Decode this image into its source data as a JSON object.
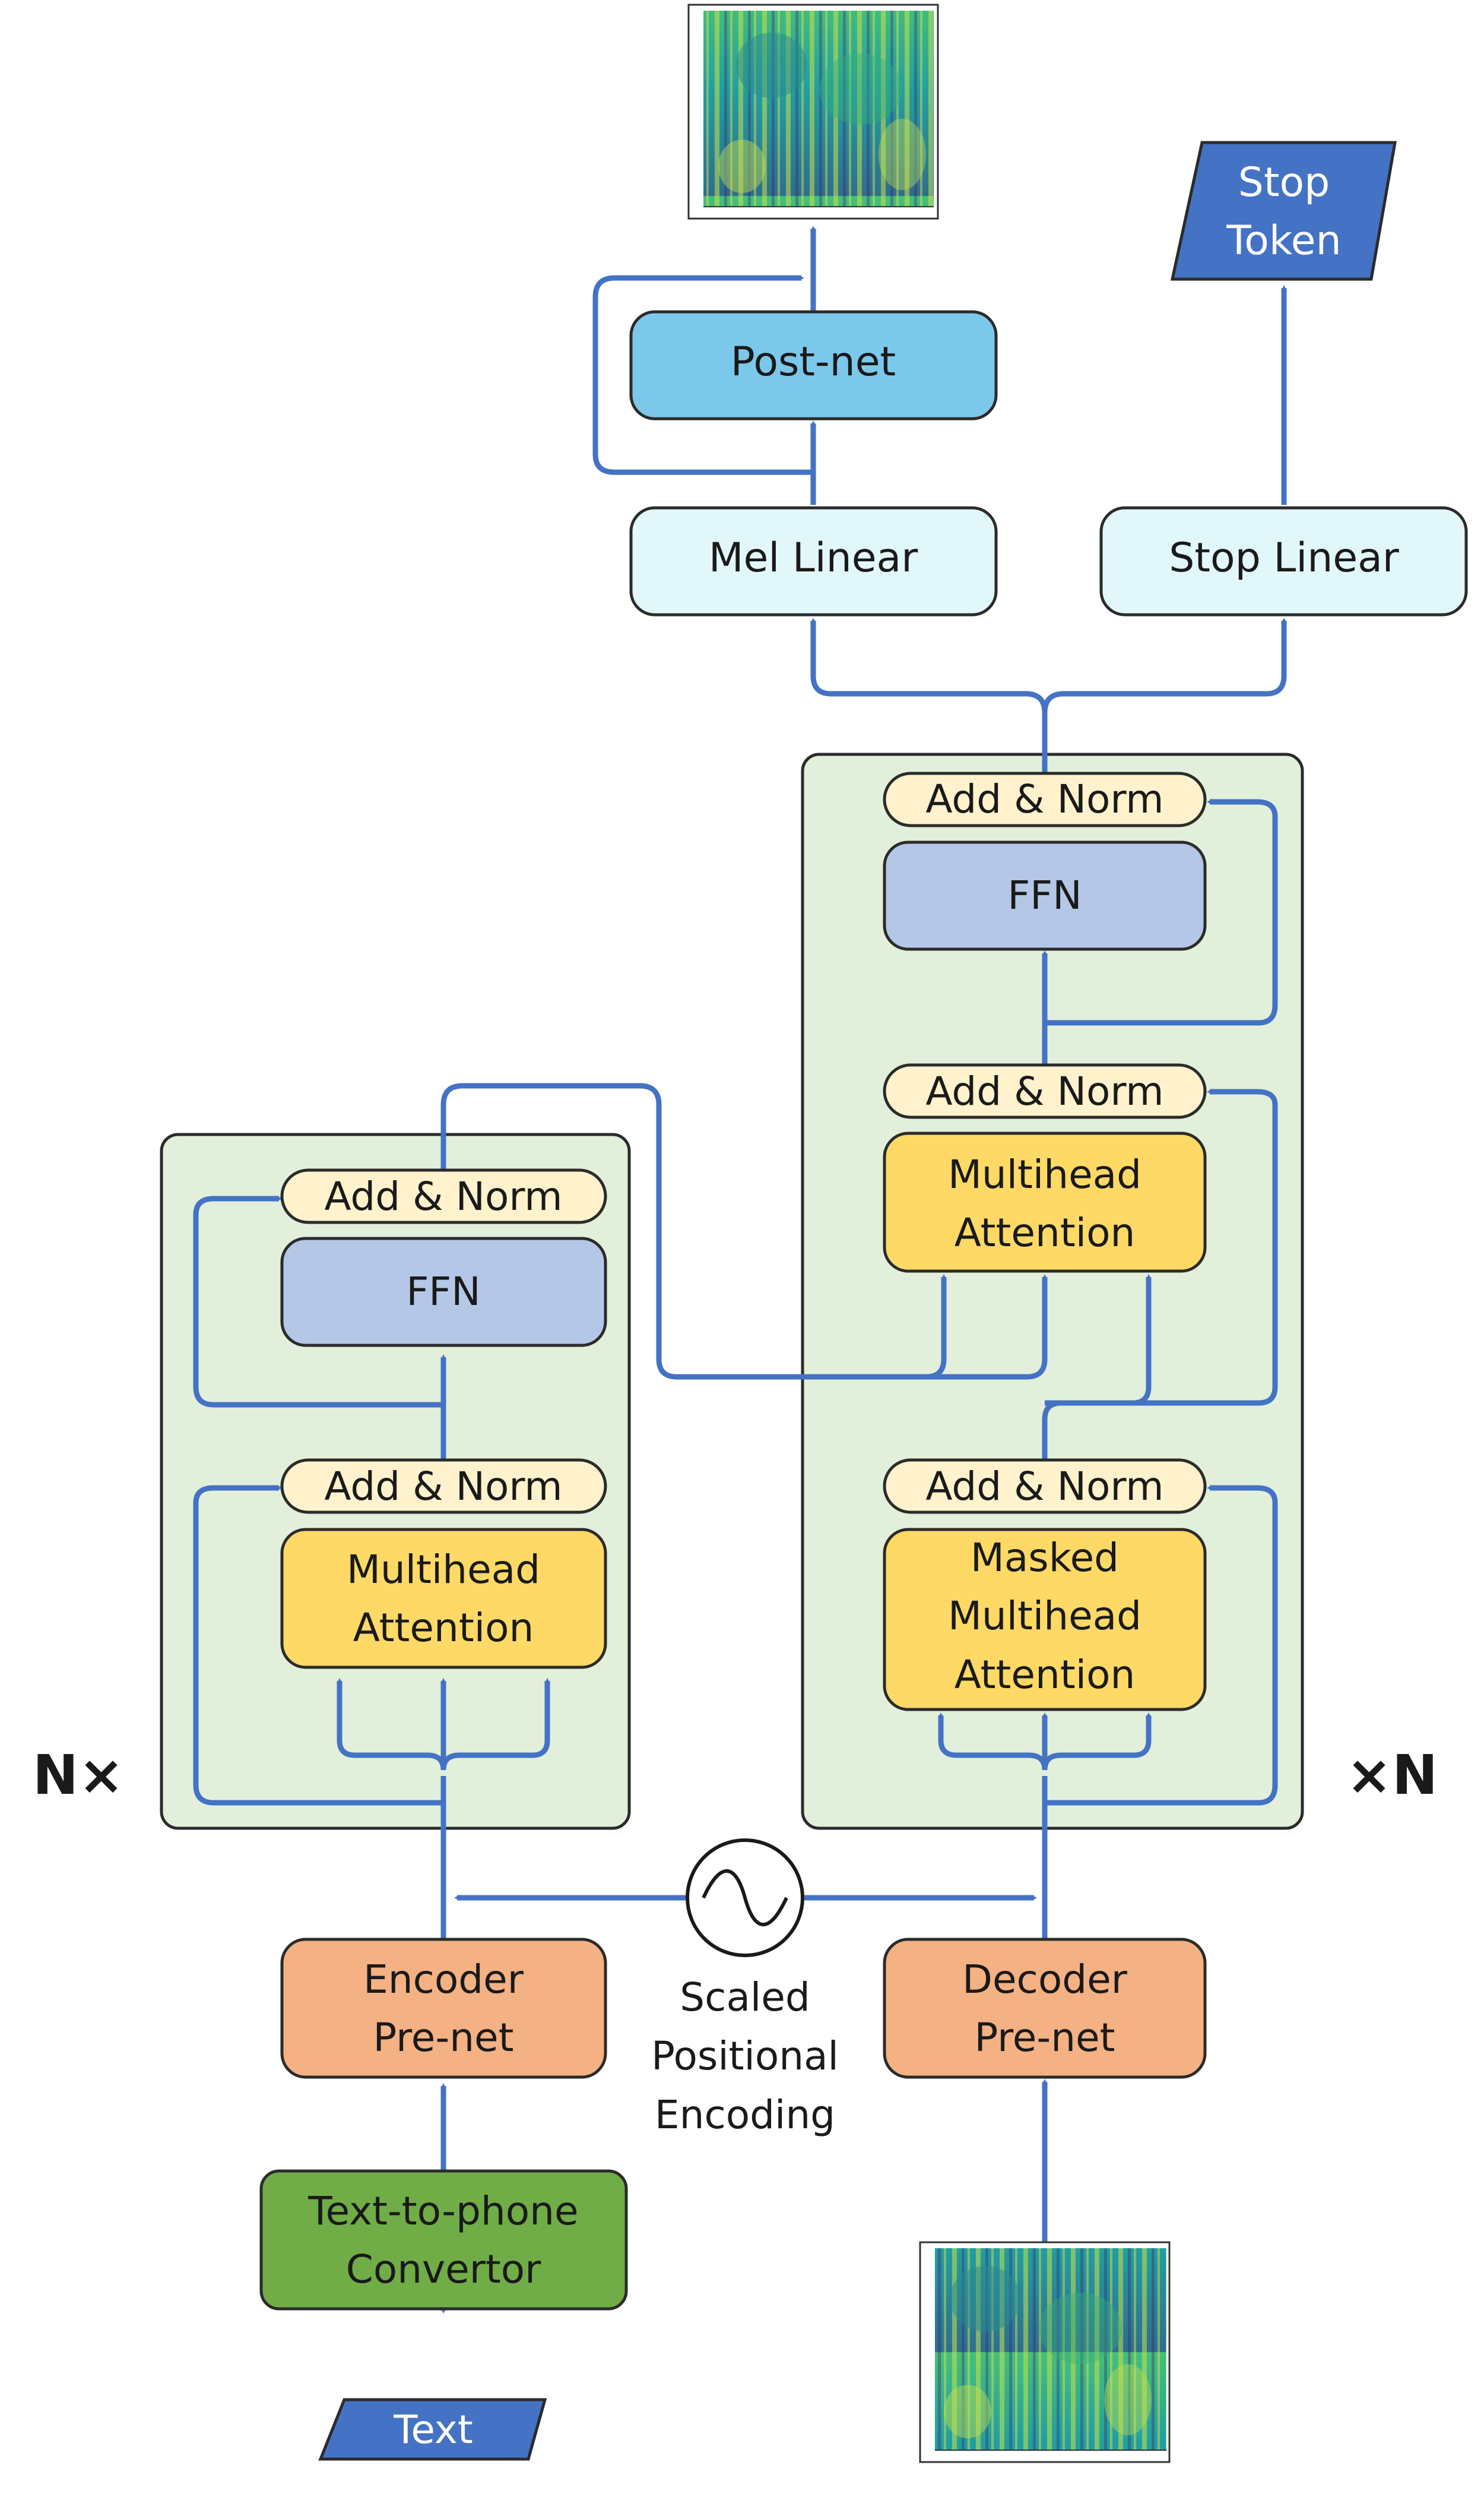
{
  "blocks": {
    "post_net": "Post-net",
    "mel_linear": "Mel Linear",
    "stop_linear": "Stop Linear",
    "stop_token": [
      "Stop",
      "Token"
    ],
    "dec_add_norm_top": "Add & Norm",
    "dec_ffn": "FFN",
    "dec_add_norm_mid": "Add & Norm",
    "dec_multihead": [
      "Multihead",
      "Attention"
    ],
    "dec_add_norm_bottom": "Add & Norm",
    "dec_masked": [
      "Masked",
      "Multihead",
      "Attention"
    ],
    "enc_add_norm_top": "Add & Norm",
    "enc_ffn": "FFN",
    "enc_add_norm_bottom": "Add & Norm",
    "enc_multihead": [
      "Multihead",
      "Attention"
    ],
    "encoder_prenet": [
      "Encoder",
      "Pre-net"
    ],
    "decoder_prenet": [
      "Decoder",
      "Pre-net"
    ],
    "text_to_phone": [
      "Text-to-phone",
      "Convertor"
    ],
    "text_input": "Text"
  },
  "labels": {
    "positional_encoding": [
      "Scaled",
      "Positional",
      "Encoding"
    ],
    "enc_repeat": "N×",
    "dec_repeat": "×N"
  },
  "colors": {
    "arrow": "#4472c4",
    "stack_bg": "#e2efda",
    "add_norm": "#fff2cc",
    "ffn": "#b4c7e7",
    "attention": "#ffd966",
    "prenet": "#f4b183",
    "converter": "#70ad47",
    "linear": "#e2f7fa",
    "post_net": "#7cc8ea",
    "io": "#4472c4"
  }
}
